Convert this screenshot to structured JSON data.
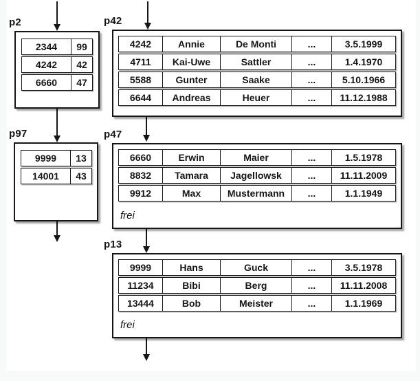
{
  "colors": {
    "ink": "#161616",
    "page_bg": "#ffffff",
    "margin_bg": "#f8f9f9"
  },
  "nodes": {
    "p2": {
      "label": "p2",
      "rows": [
        [
          "2344",
          "99"
        ],
        [
          "4242",
          "42"
        ],
        [
          "6660",
          "47"
        ]
      ]
    },
    "p42": {
      "label": "p42",
      "rows": [
        [
          "4242",
          "Annie",
          "De Monti",
          "...",
          "3.5.1999"
        ],
        [
          "4711",
          "Kai-Uwe",
          "Sattler",
          "...",
          "1.4.1970"
        ],
        [
          "5588",
          "Gunter",
          "Saake",
          "...",
          "5.10.1966"
        ],
        [
          "6644",
          "Andreas",
          "Heuer",
          "...",
          "11.12.1988"
        ]
      ]
    },
    "p97": {
      "label": "p97",
      "rows": [
        [
          "9999",
          "13"
        ],
        [
          "14001",
          "43"
        ]
      ]
    },
    "p47": {
      "label": "p47",
      "free_label": "frei",
      "rows": [
        [
          "6660",
          "Erwin",
          "Maier",
          "...",
          "1.5.1978"
        ],
        [
          "8832",
          "Tamara",
          "Jagellowsk",
          "...",
          "11.11.2009"
        ],
        [
          "9912",
          "Max",
          "Mustermann",
          "...",
          "1.1.1949"
        ]
      ]
    },
    "p13": {
      "label": "p13",
      "free_label": "frei",
      "rows": [
        [
          "9999",
          "Hans",
          "Guck",
          "...",
          "3.5.1978"
        ],
        [
          "11234",
          "Bibi",
          "Berg",
          "...",
          "11.11.2008"
        ],
        [
          "13444",
          "Bob",
          "Meister",
          "...",
          "1.1.1969"
        ]
      ]
    }
  },
  "edges": [
    {
      "from": "top",
      "to": "p2"
    },
    {
      "from": "top",
      "to": "p42"
    },
    {
      "from": "p2",
      "to": "p97"
    },
    {
      "from": "p42",
      "to": "p47"
    },
    {
      "from": "p97",
      "to": "out"
    },
    {
      "from": "p47",
      "to": "p13"
    },
    {
      "from": "p13",
      "to": "out"
    }
  ]
}
